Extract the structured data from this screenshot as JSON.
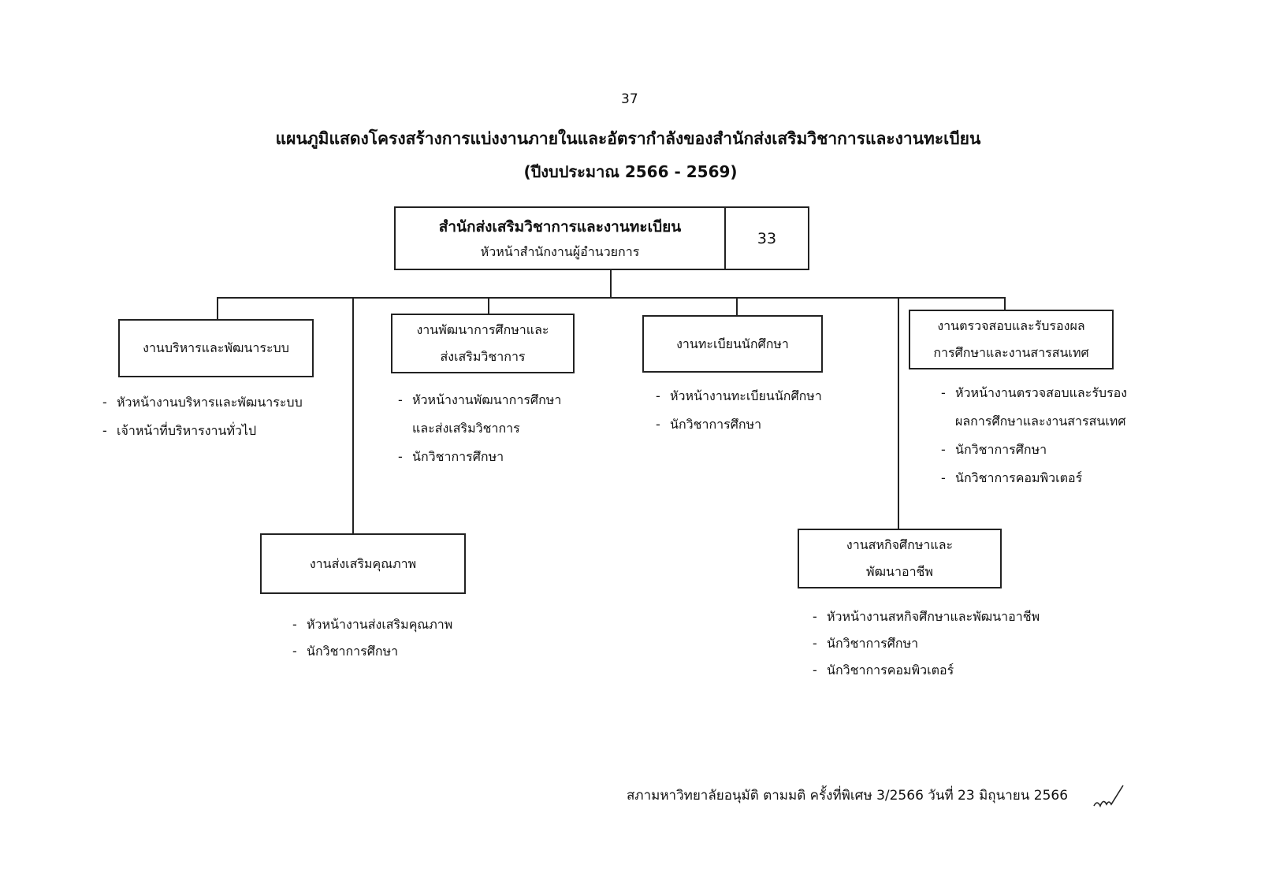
{
  "page_number": "37",
  "title": "แผนภูมิแสดงโครงสร้างการแบ่งงานภายในและอัตรากำลังของสำนักส่งเสริมวิชาการและงานทะเบียน",
  "subtitle": "(ปีงบประมาณ 2566 - 2569)",
  "root": {
    "name": "สำนักส่งเสริมวิชาการและงานทะเบียน",
    "head": "หัวหน้าสำนักงานผู้อำนวยการ",
    "count": "33"
  },
  "units": [
    {
      "name": [
        "งานบริหารและพัฒนาระบบ"
      ],
      "staff": [
        "หัวหน้างานบริหารและพัฒนาระบบ",
        "เจ้าหน้าที่บริหารงานทั่วไป"
      ]
    },
    {
      "name": [
        "งานพัฒนาการศึกษาและ",
        "ส่งเสริมวิชาการ"
      ],
      "staff": [
        "หัวหน้างานพัฒนาการศึกษา",
        "และส่งเสริมวิชาการ",
        "นักวิชาการศึกษา"
      ]
    },
    {
      "name": [
        "งานทะเบียนนักศึกษา"
      ],
      "staff": [
        "หัวหน้างานทะเบียนนักศึกษา",
        "นักวิชาการศึกษา"
      ]
    },
    {
      "name": [
        "งานตรวจสอบและรับรองผล",
        "การศึกษาและงานสารสนเทศ"
      ],
      "staff": [
        "หัวหน้างานตรวจสอบและรับรอง",
        "ผลการศึกษาและงานสารสนเทศ",
        "นักวิชาการศึกษา",
        "นักวิชาการคอมพิวเตอร์"
      ]
    },
    {
      "name": [
        "งานส่งเสริมคุณภาพ"
      ],
      "staff": [
        "หัวหน้างานส่งเสริมคุณภาพ",
        "นักวิชาการศึกษา"
      ]
    },
    {
      "name": [
        "งานสหกิจศึกษาและ",
        "พัฒนาอาชีพ"
      ],
      "staff": [
        "หัวหน้างานสหกิจศึกษาและพัฒนาอาชีพ",
        "นักวิชาการศึกษา",
        "นักวิชาการคอมพิวเตอร์"
      ]
    }
  ],
  "footer": "สภามหาวิทยาลัยอนุมัติ ตามมติ ครั้งที่พิเศษ 3/2566 วันที่ 23 มิถุนายน 2566"
}
